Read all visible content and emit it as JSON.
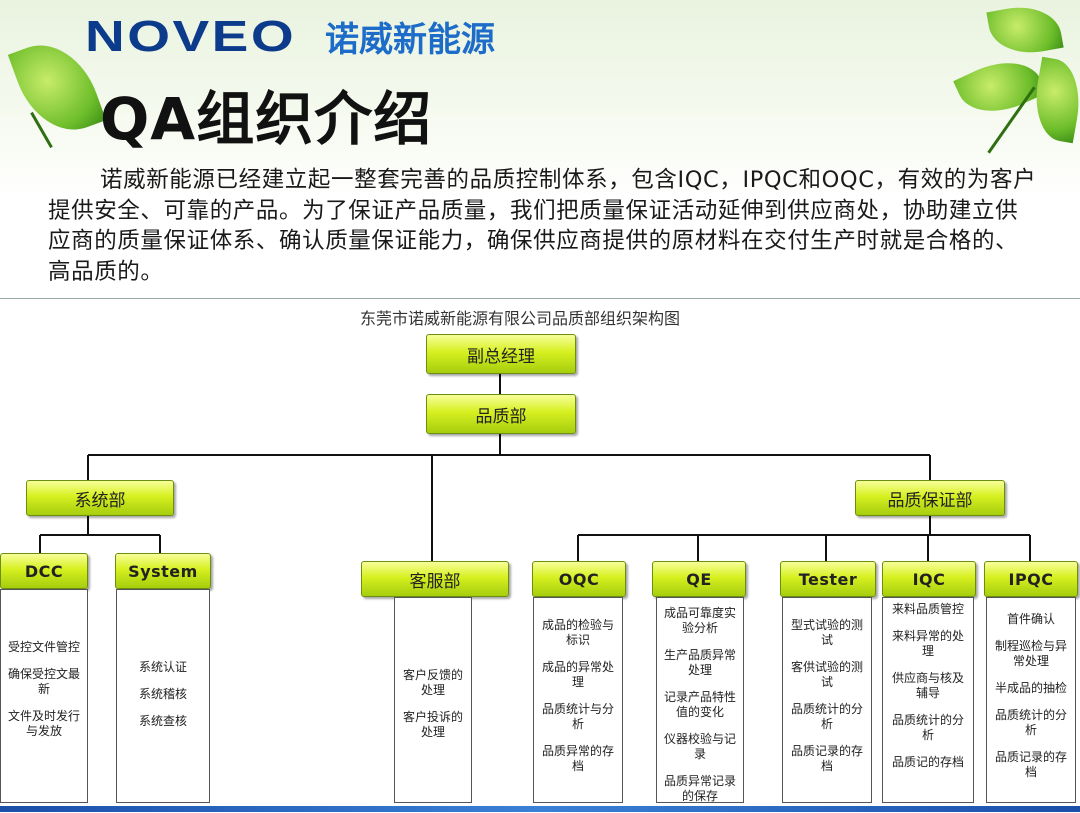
{
  "header": {
    "logo_en": "NOVEO",
    "logo_cn": "诺威新能源",
    "title": "QA组织介绍"
  },
  "intro": "诺威新能源已经建立起一整套完善的品质控制体系，包含IQC，IPQC和OQC，有效的为客户提供安全、可靠的产品。为了保证产品质量，我们把质量保证活动延伸到供应商处，协助建立供应商的质量保证体系、确认质量保证能力，确保供应商提供的原材料在交付生产时就是合格的、高品质的。",
  "chart": {
    "title": "东莞市诺威新能源有限公司品质部组织架构图",
    "nodes": {
      "vp": "副总经理",
      "qd": "品质部",
      "system_dept": "系统部",
      "qa_dept": "品质保证部",
      "dcc": "DCC",
      "system": "System",
      "cs": "客服部",
      "oqc": "OQC",
      "qe": "QE",
      "tester": "Tester",
      "iqc": "IQC",
      "ipqc": "IPQC"
    },
    "panels": {
      "dcc": [
        "受控文件管控",
        "确保受控文最新",
        "文件及时发行与发放"
      ],
      "system": [
        "系统认证",
        "系统稽核",
        "系统查核"
      ],
      "cs": [
        "客户反馈的处理",
        "客户投诉的处理"
      ],
      "oqc": [
        "成品的检验与标识",
        "成品的异常处理",
        "品质统计与分析",
        "品质异常的存档"
      ],
      "qe": [
        "成品可靠度实验分析",
        "生产品质异常处理",
        "记录产品特性值的变化",
        "仪器校验与记录",
        "品质异常记录的保存"
      ],
      "tester": [
        "型式试验的测试",
        "客供试验的测试",
        "品质统计的分析",
        "品质记录的存档"
      ],
      "iqc": [
        "来料品质管控",
        "来料异常的处理",
        "供应商与核及辅导",
        "品质统计的分析",
        "品质记的存档"
      ],
      "ipqc": [
        "首件确认",
        "制程巡检与异常处理",
        "半成品的抽检",
        "品质统计的分析",
        "品质记录的存档"
      ]
    }
  }
}
